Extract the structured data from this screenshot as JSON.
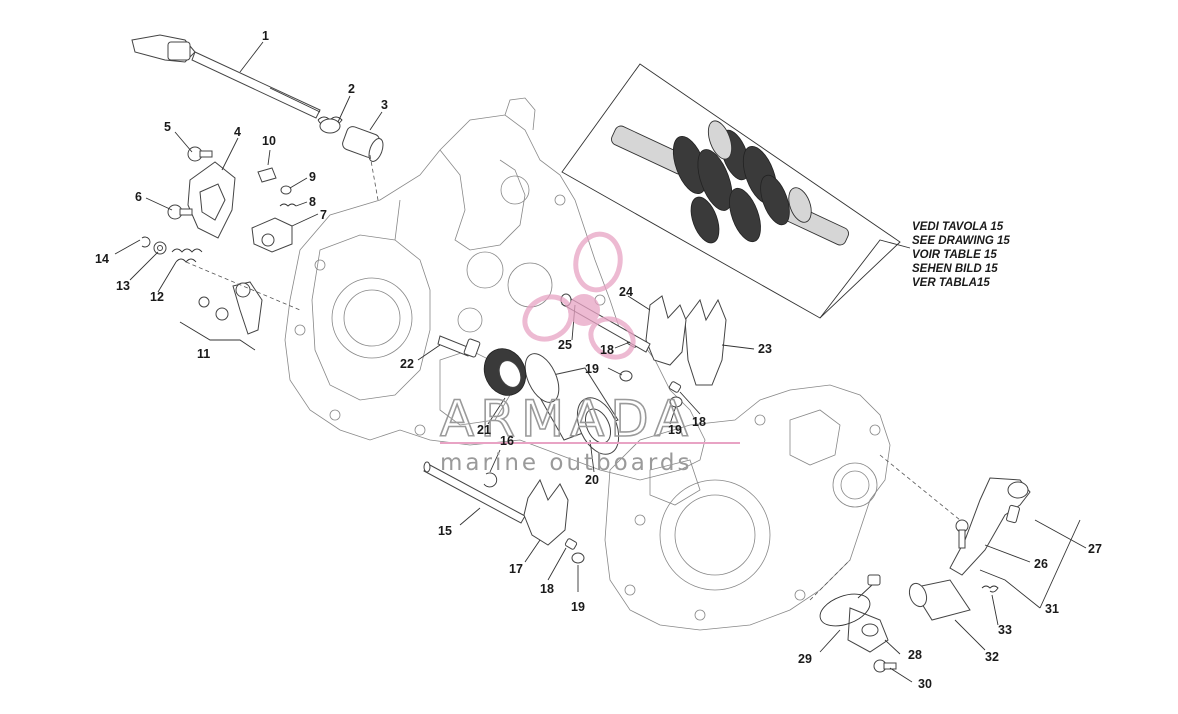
{
  "diagram": {
    "callouts": [
      {
        "id": "c1",
        "label": "1"
      },
      {
        "id": "c2",
        "label": "2"
      },
      {
        "id": "c3",
        "label": "3"
      },
      {
        "id": "c4",
        "label": "4"
      },
      {
        "id": "c5",
        "label": "5"
      },
      {
        "id": "c6",
        "label": "6"
      },
      {
        "id": "c7",
        "label": "7"
      },
      {
        "id": "c8",
        "label": "8"
      },
      {
        "id": "c9",
        "label": "9"
      },
      {
        "id": "c10",
        "label": "10"
      },
      {
        "id": "c11",
        "label": "11"
      },
      {
        "id": "c12",
        "label": "12"
      },
      {
        "id": "c13",
        "label": "13"
      },
      {
        "id": "c14",
        "label": "14"
      },
      {
        "id": "c15",
        "label": "15"
      },
      {
        "id": "c16",
        "label": "16"
      },
      {
        "id": "c17",
        "label": "17"
      },
      {
        "id": "c18a",
        "label": "18"
      },
      {
        "id": "c18b",
        "label": "18"
      },
      {
        "id": "c18c",
        "label": "18"
      },
      {
        "id": "c19a",
        "label": "19"
      },
      {
        "id": "c19b",
        "label": "19"
      },
      {
        "id": "c19c",
        "label": "19"
      },
      {
        "id": "c20",
        "label": "20"
      },
      {
        "id": "c21",
        "label": "21"
      },
      {
        "id": "c22",
        "label": "22"
      },
      {
        "id": "c23",
        "label": "23"
      },
      {
        "id": "c24",
        "label": "24"
      },
      {
        "id": "c25",
        "label": "25"
      },
      {
        "id": "c26",
        "label": "26"
      },
      {
        "id": "c27",
        "label": "27"
      },
      {
        "id": "c28",
        "label": "28"
      },
      {
        "id": "c29",
        "label": "29"
      },
      {
        "id": "c30",
        "label": "30"
      },
      {
        "id": "c31",
        "label": "31"
      },
      {
        "id": "c32",
        "label": "32"
      },
      {
        "id": "c33",
        "label": "33"
      }
    ],
    "reference_note": [
      "VEDI TAVOLA 15",
      "SEE DRAWING 15",
      "VOIR TABLE 15",
      "SEHEN BILD 15",
      "VER TABLA15"
    ]
  },
  "watermark": {
    "title": "ARMADA",
    "subtitle": "marine outboards",
    "logo_color": "#e8a3c4"
  }
}
